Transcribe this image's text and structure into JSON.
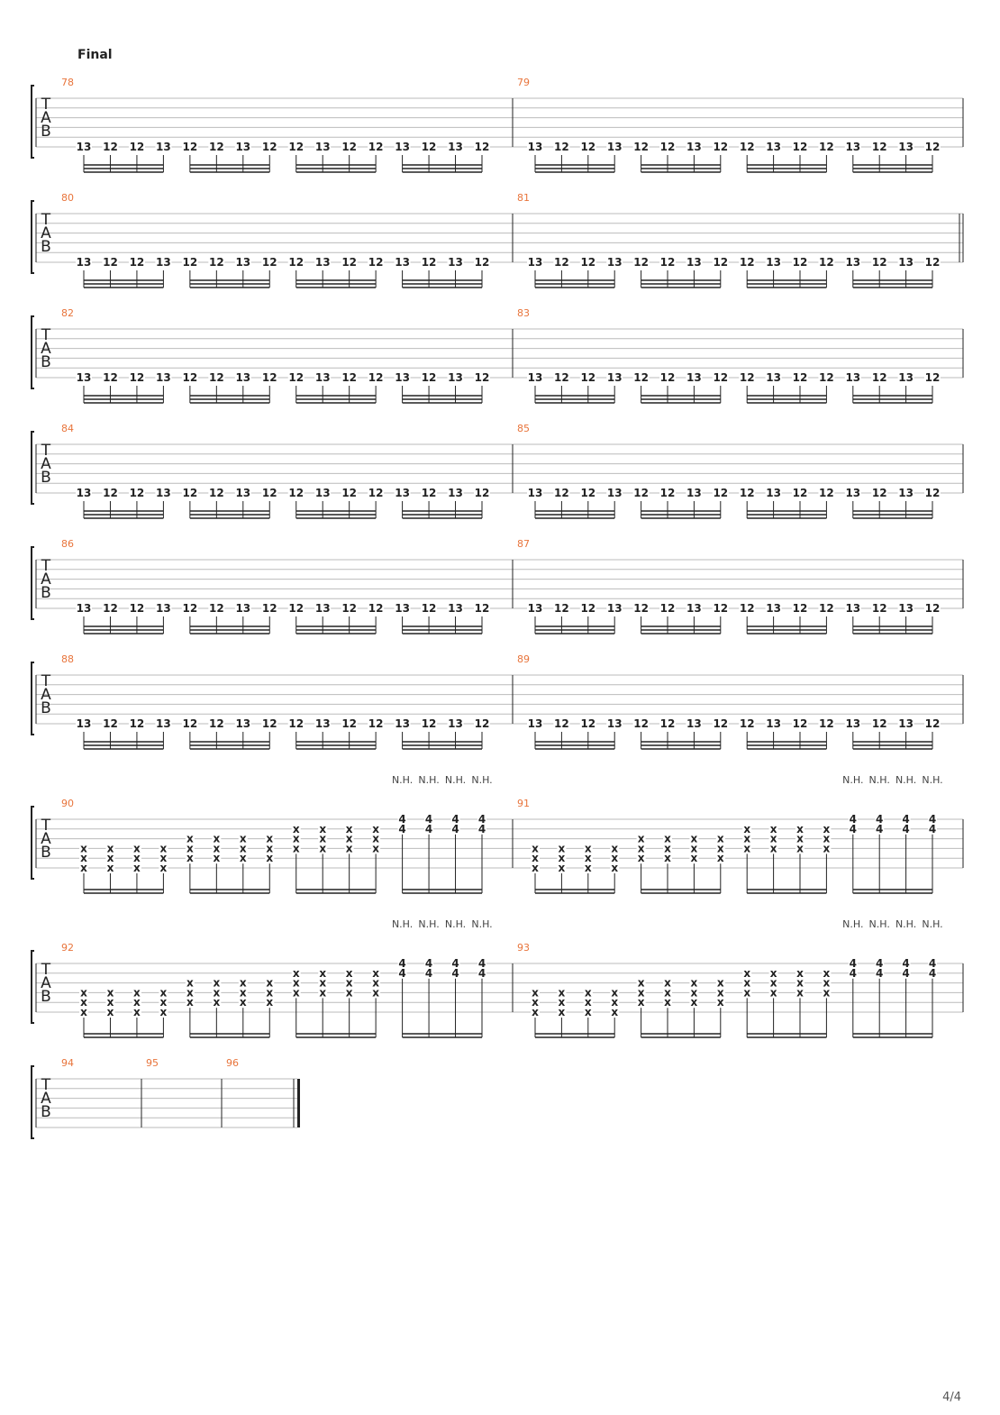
{
  "section_title": "Final",
  "page_number": "4/4",
  "clef": [
    "T",
    "A",
    "B"
  ],
  "colors": {
    "measure_number": "#e8743b",
    "ink": "#222222",
    "staff_line": "#bbbbbb"
  },
  "patterns": {
    "tremolo": {
      "kind": "single",
      "notes": [
        "13",
        "12",
        "12",
        "13",
        "12",
        "12",
        "13",
        "12",
        "12",
        "13",
        "12",
        "12",
        "13",
        "12",
        "13",
        "12"
      ],
      "string": 6
    },
    "harmonic_build": {
      "kind": "chords",
      "groups": [
        {
          "strings": [
            4,
            5,
            6
          ],
          "fret": "x",
          "count": 4
        },
        {
          "strings": [
            3,
            4,
            5
          ],
          "fret": "x",
          "count": 4
        },
        {
          "strings": [
            2,
            3,
            4
          ],
          "fret": "x",
          "count": 4
        },
        {
          "strings": [
            1,
            2
          ],
          "fret": "4",
          "count": 4,
          "annotation": "N.H."
        }
      ]
    }
  },
  "systems": [
    {
      "name": "system-78-79",
      "measures": [
        {
          "number": "78",
          "pattern": "tremolo"
        },
        {
          "number": "79",
          "pattern": "tremolo"
        }
      ],
      "ending": "single"
    },
    {
      "name": "system-80-81",
      "measures": [
        {
          "number": "80",
          "pattern": "tremolo"
        },
        {
          "number": "81",
          "pattern": "tremolo"
        }
      ],
      "ending": "double"
    },
    {
      "name": "system-82-83",
      "measures": [
        {
          "number": "82",
          "pattern": "tremolo"
        },
        {
          "number": "83",
          "pattern": "tremolo"
        }
      ],
      "ending": "single"
    },
    {
      "name": "system-84-85",
      "measures": [
        {
          "number": "84",
          "pattern": "tremolo"
        },
        {
          "number": "85",
          "pattern": "tremolo"
        }
      ],
      "ending": "single"
    },
    {
      "name": "system-86-87",
      "measures": [
        {
          "number": "86",
          "pattern": "tremolo"
        },
        {
          "number": "87",
          "pattern": "tremolo"
        }
      ],
      "ending": "single"
    },
    {
      "name": "system-88-89",
      "measures": [
        {
          "number": "88",
          "pattern": "tremolo"
        },
        {
          "number": "89",
          "pattern": "tremolo"
        }
      ],
      "ending": "single"
    },
    {
      "name": "system-90-91",
      "measures": [
        {
          "number": "90",
          "pattern": "harmonic_build"
        },
        {
          "number": "91",
          "pattern": "harmonic_build"
        }
      ],
      "ending": "single"
    },
    {
      "name": "system-92-93",
      "measures": [
        {
          "number": "92",
          "pattern": "harmonic_build"
        },
        {
          "number": "93",
          "pattern": "harmonic_build"
        }
      ],
      "ending": "single"
    },
    {
      "name": "system-94-96",
      "measures": [
        {
          "number": "94",
          "pattern": "empty"
        },
        {
          "number": "95",
          "pattern": "empty"
        },
        {
          "number": "96",
          "pattern": "empty"
        }
      ],
      "ending": "final"
    }
  ]
}
